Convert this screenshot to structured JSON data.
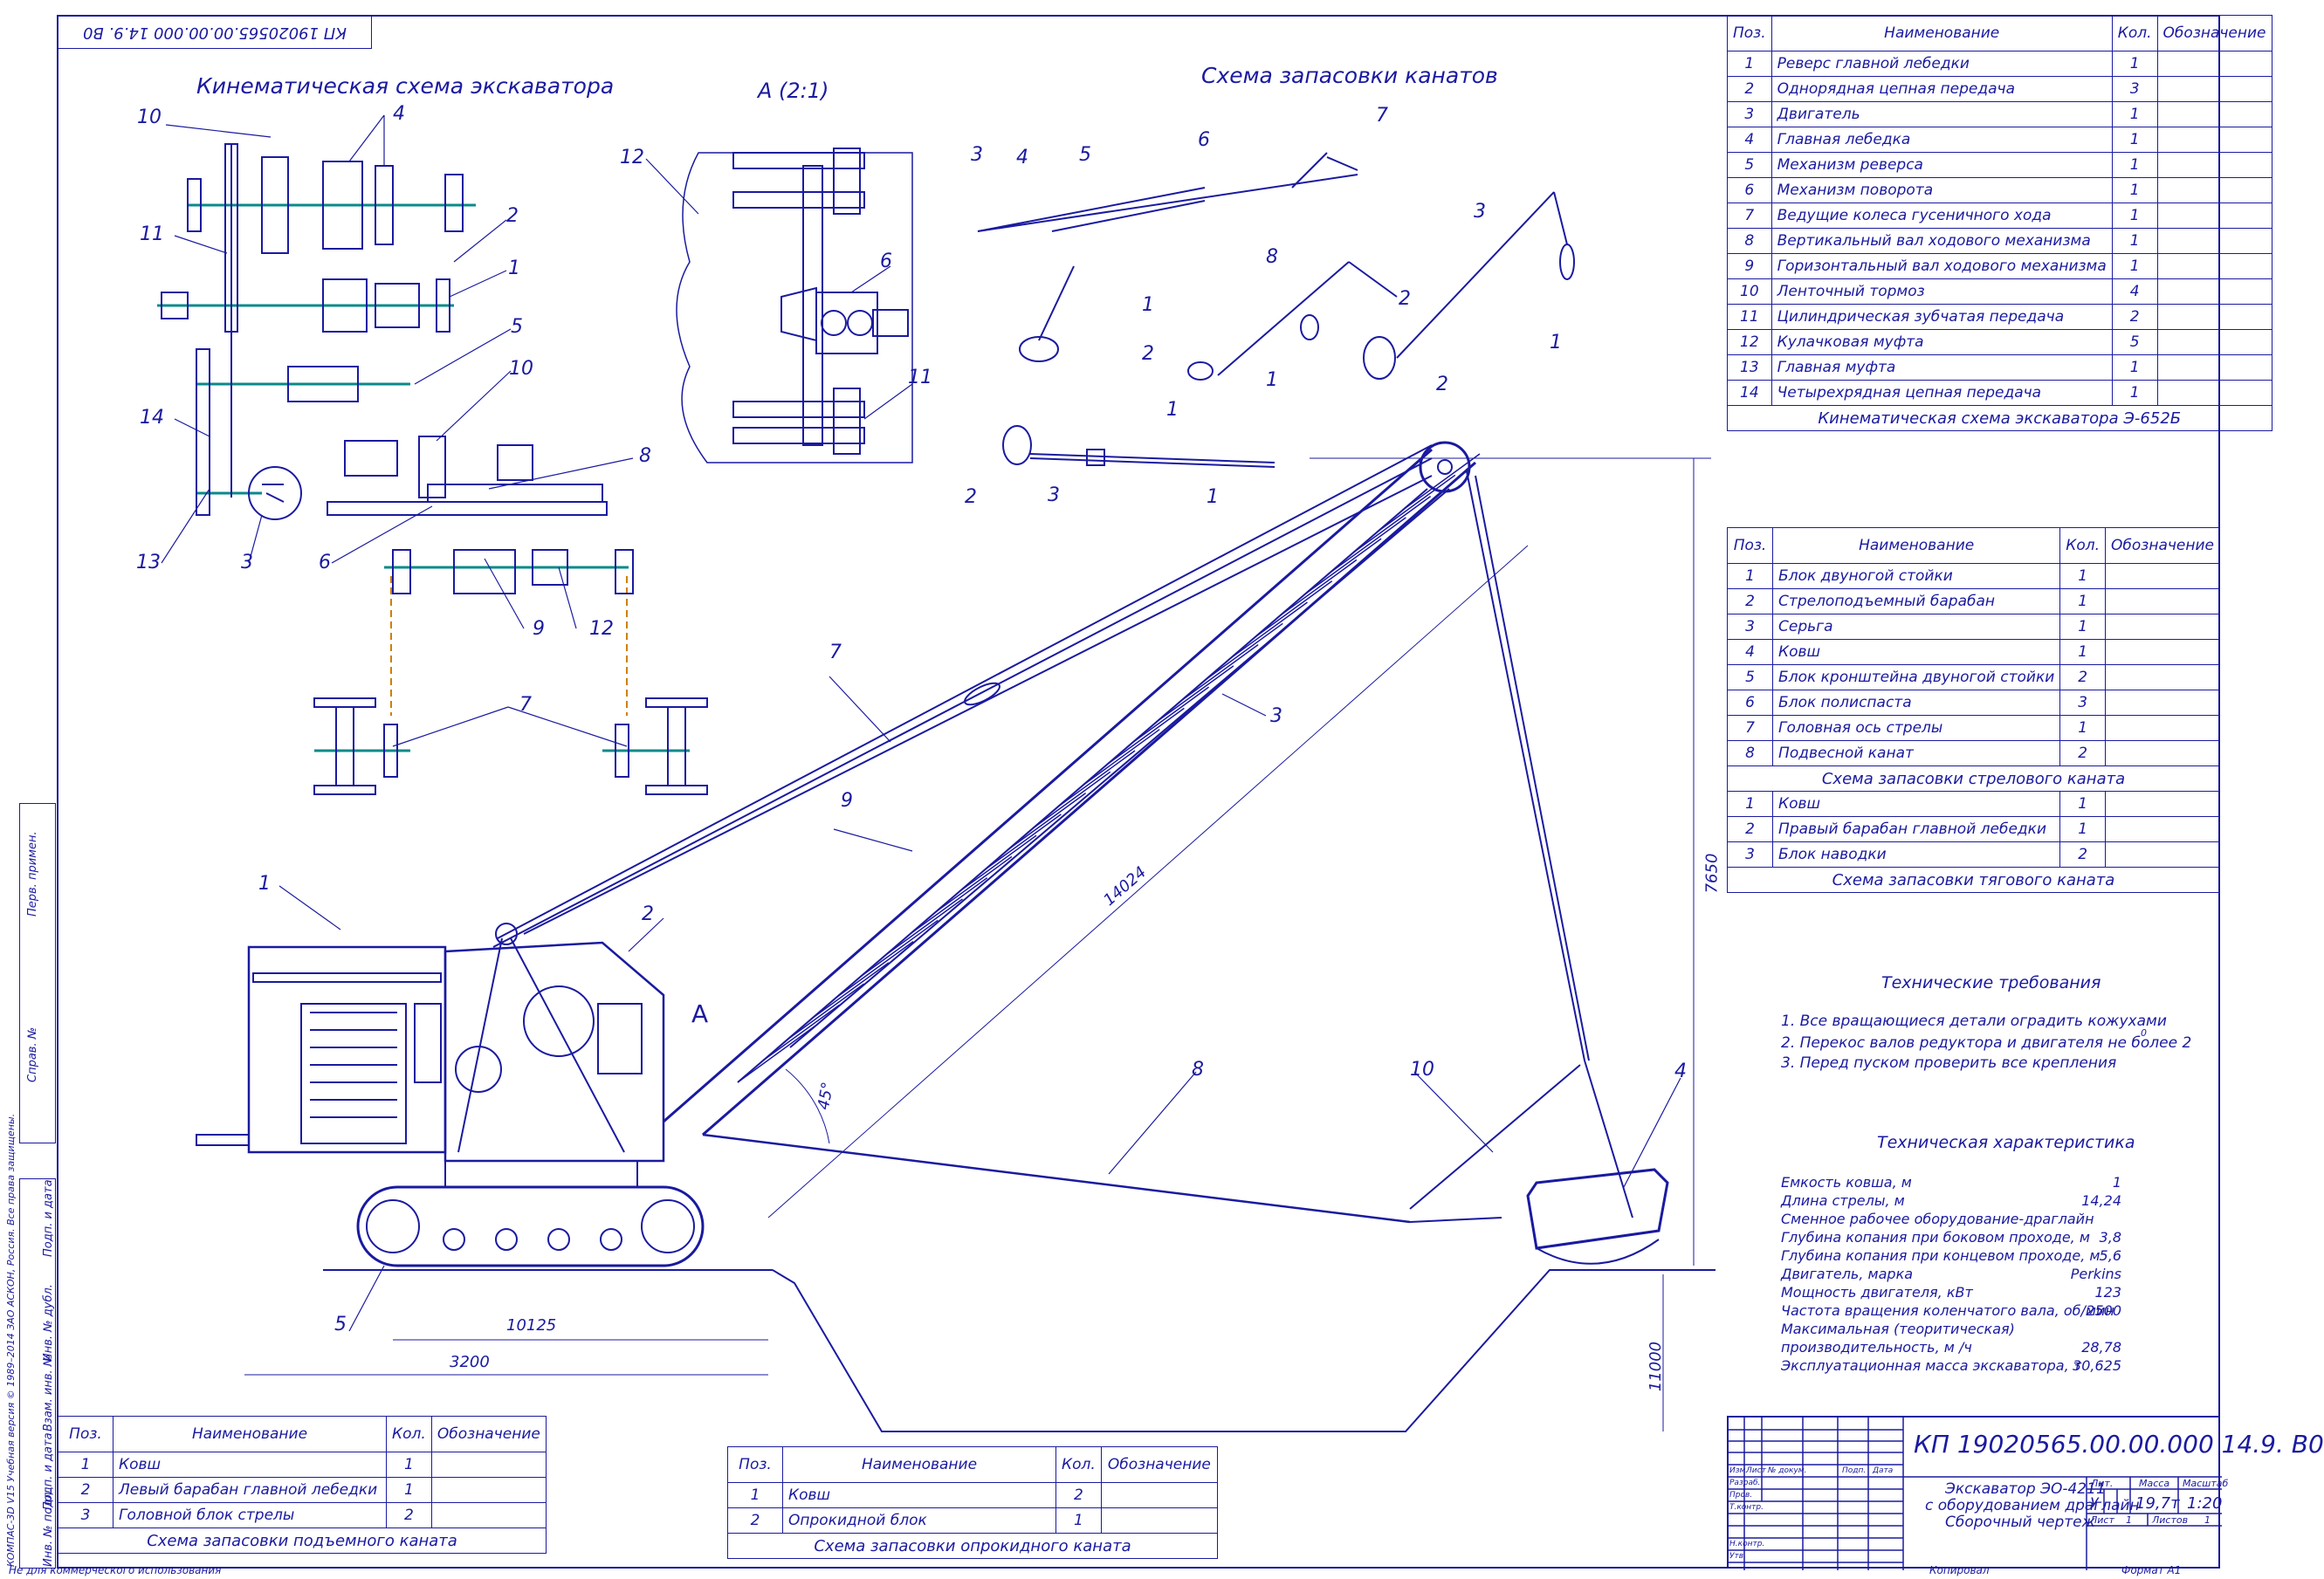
{
  "doc_code_top": "КП 19020565.00.00.000 14.9. В0",
  "titles": {
    "kinematic": "Кинематическая схема экскаватора",
    "view_a": "А (2:1)",
    "ropes": "Схема запасовки канатов"
  },
  "table_main": {
    "headers": [
      "Поз.",
      "Наименование",
      "Кол.",
      "Обозначение"
    ],
    "rows": [
      [
        "1",
        "Реверс главной лебедки",
        "1",
        ""
      ],
      [
        "2",
        "Однорядная цепная передача",
        "3",
        ""
      ],
      [
        "3",
        "Двигатель",
        "1",
        ""
      ],
      [
        "4",
        "Главная лебедка",
        "1",
        ""
      ],
      [
        "5",
        "Механизм реверса",
        "1",
        ""
      ],
      [
        "6",
        "Механизм поворота",
        "1",
        ""
      ],
      [
        "7",
        "Ведущие колеса гусеничного хода",
        "1",
        ""
      ],
      [
        "8",
        "Вертикальный вал ходового механизма",
        "1",
        ""
      ],
      [
        "9",
        "Горизонтальный вал ходового механизма",
        "1",
        ""
      ],
      [
        "10",
        "Ленточный тормоз",
        "4",
        ""
      ],
      [
        "11",
        "Цилиндрическая зубчатая передача",
        "2",
        ""
      ],
      [
        "12",
        "Кулачковая муфта",
        "5",
        ""
      ],
      [
        "13",
        "Главная муфта",
        "1",
        ""
      ],
      [
        "14",
        "Четырехрядная цепная передача",
        "1",
        ""
      ]
    ],
    "caption": "Кинематическая схема экскаватора Э-652Б"
  },
  "table_ropes": {
    "headers": [
      "Поз.",
      "Наименование",
      "Кол.",
      "Обозначение"
    ],
    "rows_a": [
      [
        "1",
        "Блок двуногой стойки",
        "1",
        ""
      ],
      [
        "2",
        "Стрелоподъемный барабан",
        "1",
        ""
      ],
      [
        "3",
        "Серьга",
        "1",
        ""
      ],
      [
        "4",
        "Ковш",
        "1",
        ""
      ],
      [
        "5",
        "Блок кронштейна двуногой стойки",
        "2",
        ""
      ],
      [
        "6",
        "Блок полиспаста",
        "3",
        ""
      ],
      [
        "7",
        "Головная ось стрелы",
        "1",
        ""
      ],
      [
        "8",
        "Подвесной канат",
        "2",
        ""
      ]
    ],
    "caption_a": "Схема запасовки стрелового каната",
    "rows_b": [
      [
        "1",
        "Ковш",
        "1",
        ""
      ],
      [
        "2",
        "Правый барабан главной лебедки",
        "1",
        ""
      ],
      [
        "3",
        "Блок наводки",
        "2",
        ""
      ]
    ],
    "caption_b": "Схема запасовки тягового каната"
  },
  "table_lift": {
    "headers": [
      "Поз.",
      "Наименование",
      "Кол.",
      "Обозначение"
    ],
    "rows": [
      [
        "1",
        "Ковш",
        "1",
        ""
      ],
      [
        "2",
        "Левый барабан главной лебедки",
        "1",
        ""
      ],
      [
        "3",
        "Головной блок стрелы",
        "2",
        ""
      ]
    ],
    "caption": "Схема запасовки подъемного каната"
  },
  "table_dump": {
    "headers": [
      "Поз.",
      "Наименование",
      "Кол.",
      "Обозначение"
    ],
    "rows": [
      [
        "1",
        "Ковш",
        "2",
        ""
      ],
      [
        "2",
        "Опрокидной блок",
        "1",
        ""
      ]
    ],
    "caption": "Схема запасовки опрокидного каната"
  },
  "tech_req": {
    "title": "Технические требования",
    "items": [
      "1. Все вращающиеся детали оградить кожухами",
      "2. Перекос валов редуктора и двигателя не более 2",
      "3. Перед пуском проверить все крепления"
    ],
    "degree": "0"
  },
  "tech_char": {
    "title": "Техническая характеристика",
    "rows": [
      [
        "Емкость ковша, м",
        "1"
      ],
      [
        "Длина стрелы, м",
        "14,24"
      ],
      [
        "Сменное рабочее оборудование-драглайн",
        ""
      ],
      [
        "Глубина копания при боковом проходе, м",
        "3,8"
      ],
      [
        "Глубина копания при концевом проходе, м",
        "5,6"
      ],
      [
        "Двигатель, марка",
        "Perkins"
      ],
      [
        "Мощность двигателя, кВт",
        "123"
      ],
      [
        "Частота вращения коленчатого вала, об/мин",
        "2500"
      ],
      [
        "Максимальная (теоритическая)",
        ""
      ],
      [
        "производительность, м /ч",
        "28,78"
      ],
      [
        "Эксплуатационная масса экскаватора, т",
        "30,625"
      ]
    ]
  },
  "dimensions": {
    "boom_len": "14024",
    "height": "7650",
    "angle": "45°",
    "depth": "11000",
    "track": "10125",
    "base": "3200"
  },
  "stamp": {
    "code": "КП 19020565.00.00.000 14.9. В0",
    "title1": "Экскаватор ЭО-4211",
    "title2": "с оборудованием драглайн",
    "title3": "Сборочный чертеж",
    "lit_h": "Лит.",
    "mass_h": "Масса",
    "scale_h": "Масштаб",
    "lit": "У",
    "mass": "19,7т",
    "scale": "1:20",
    "sheet": "Лист",
    "sheet_no": "1",
    "sheets": "Листов",
    "sheets_no": "1",
    "roles": [
      "Изм.",
      "Лист",
      "№ докум.",
      "Подп.",
      "Дата",
      "Разраб.",
      "Пров.",
      "Т.контр.",
      "Н.контр.",
      "Утв."
    ],
    "copied": "Копировал",
    "format": "Формат  А1"
  },
  "side": {
    "strip1": "Перв. примен.",
    "strip2": "Справ. №",
    "strip3": "Подп. и дата",
    "strip4": "Инв. № дубл.",
    "strip5": "Взам. инв. №",
    "strip6": "Подп. и дата",
    "strip7": "Инв. № подл.",
    "kompas": "КОМПАС-3D V15 Учебная версия © 1989–2014 ЗАО АСКОН, Россия. Все права защищены.",
    "noncommercial": "Не для коммерческого использования"
  },
  "callouts": {
    "k": [
      "10",
      "4",
      "2",
      "11",
      "1",
      "5",
      "10",
      "8",
      "14",
      "13",
      "3",
      "6",
      "9",
      "12",
      "7"
    ],
    "a": [
      "12",
      "6",
      "11"
    ],
    "r": [
      "3",
      "4",
      "5",
      "6",
      "7",
      "8",
      "1",
      "2",
      "2",
      "1",
      "3",
      "2",
      "1",
      "3",
      "1",
      "2",
      "1",
      "2"
    ],
    "m": [
      "1",
      "2",
      "7",
      "9",
      "3",
      "8",
      "10",
      "4",
      "5",
      "A"
    ]
  },
  "colors": {
    "line": "#1a1aa0",
    "shaft": "#0a8a8a",
    "accent": "#d08000"
  }
}
